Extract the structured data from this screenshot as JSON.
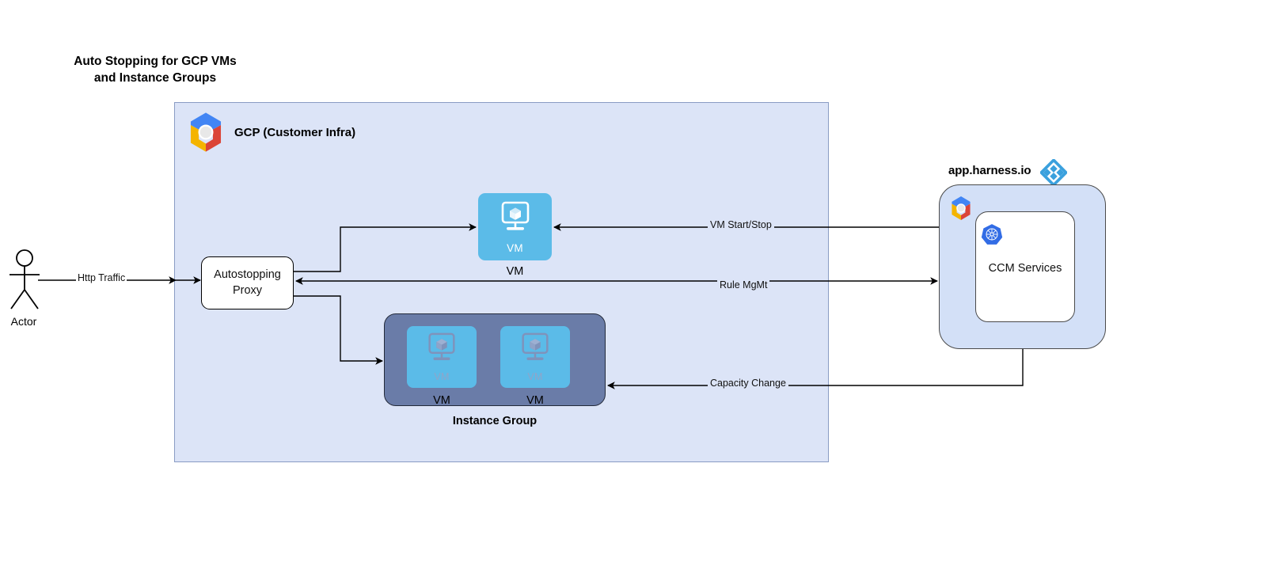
{
  "title": "Auto Stopping for GCP VMs\nand Instance Groups",
  "gcp_container": {
    "label": "GCP (Customer Infra)",
    "logo_icon": "gcp-logo-icon",
    "fill_color": "#dce4f7",
    "border_color": "#8a9cc4"
  },
  "actor": {
    "label": "Actor",
    "icon": "stick-figure-actor-icon"
  },
  "proxy": {
    "label": "Autostopping\nProxy",
    "fill_color": "#ffffff",
    "border_color": "#000000"
  },
  "vm_standalone": {
    "inner_label": "VM",
    "caption": "VM",
    "icon": "monitor-cube-vm-icon",
    "fill_color": "#5bbbe8"
  },
  "instance_group": {
    "caption": "Instance Group",
    "fill_color": "#6a7ca8",
    "border_color": "#232a3a",
    "vms": [
      {
        "inner_label": "VM",
        "caption": "VM",
        "icon": "monitor-cube-vm-icon"
      },
      {
        "inner_label": "VM",
        "caption": "VM",
        "icon": "monitor-cube-vm-icon"
      }
    ]
  },
  "harness": {
    "label": "app.harness.io",
    "logo_icon": "harness-diamond-logo-icon",
    "gcp_logo_icon": "gcp-logo-icon",
    "panel_fill_color": "#d3e0f7",
    "ccm": {
      "label": "CCM Services",
      "icon": "kubernetes-logo-icon",
      "fill_color": "#ffffff"
    }
  },
  "edges": [
    {
      "id": "http-traffic",
      "label": "Http Traffic",
      "from": "actor",
      "to": "proxy"
    },
    {
      "id": "vm-start-stop",
      "label": "VM Start/Stop",
      "from": "ccm-services",
      "to": "vm-standalone"
    },
    {
      "id": "rule-mgmt",
      "label": "Rule MgMt",
      "from": "ccm-services",
      "to": "proxy"
    },
    {
      "id": "capacity-change",
      "label": "Capacity Change",
      "from": "ccm-services",
      "to": "instance-group"
    },
    {
      "id": "proxy-to-vm",
      "label": "",
      "from": "proxy",
      "to": "vm-standalone"
    },
    {
      "id": "proxy-to-instance-group",
      "label": "",
      "from": "proxy",
      "to": "instance-group"
    }
  ]
}
